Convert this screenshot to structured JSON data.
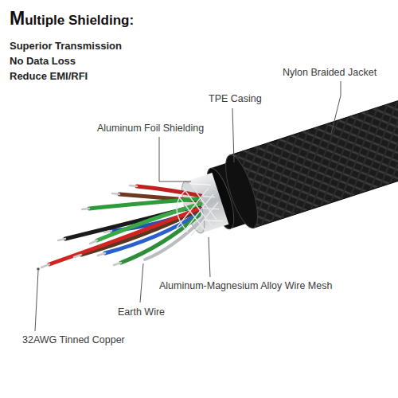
{
  "diagram": {
    "title": "Multiple Shielding:",
    "labels": [
      "Superior Transmission",
      "No Data Loss",
      "Reduce EMI/RFI",
      "Nylon Braided Jacket",
      "TPE Casing",
      "Aluminum Foil Shielding",
      "Aluminum-Magnesium Alloy Wire Mesh",
      "Earth Wire",
      "32AWG Tinned Copper"
    ]
  }
}
